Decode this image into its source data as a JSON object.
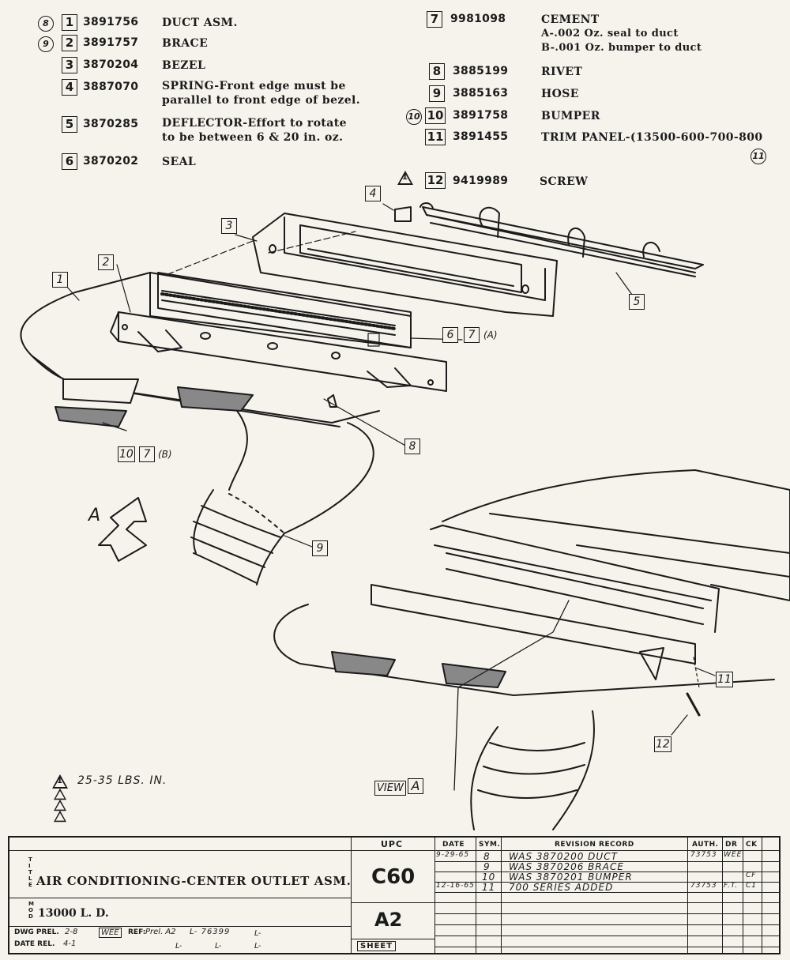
{
  "parts": [
    {
      "sym": "8",
      "item": "1",
      "number": "3891756",
      "name": "DUCT ASM."
    },
    {
      "sym": "9",
      "item": "2",
      "number": "3891757",
      "name": "BRACE"
    },
    {
      "sym": "",
      "item": "3",
      "number": "3870204",
      "name": "BEZEL"
    },
    {
      "sym": "",
      "item": "4",
      "number": "3887070",
      "name": "SPRING-Front edge must be",
      "name2": "parallel to front edge of bezel."
    },
    {
      "sym": "",
      "item": "5",
      "number": "3870285",
      "name": "DEFLECTOR-Effort to rotate",
      "name2": "to be between 6 & 20 in. oz."
    },
    {
      "sym": "",
      "item": "6",
      "number": "3870202",
      "name": "SEAL"
    },
    {
      "sym": "",
      "item": "7",
      "number": "9981098",
      "name": "CEMENT",
      "name2": "A-.002 Oz. seal to duct",
      "name3": "B-.001 Oz. bumper to duct"
    },
    {
      "sym": "",
      "item": "8",
      "number": "3885199",
      "name": "RIVET"
    },
    {
      "sym": "",
      "item": "9",
      "number": "3885163",
      "name": "HOSE"
    },
    {
      "sym": "10",
      "item": "10",
      "number": "3891758",
      "name": "BUMPER"
    },
    {
      "sym": "",
      "item": "11",
      "number": "3891455",
      "name": "TRIM PANEL-(13500-600-700-800",
      "sym_after": "11"
    },
    {
      "sym": "1",
      "item": "12",
      "number": "9419989",
      "name": "SCREW"
    }
  ],
  "callouts": {
    "c1": "1",
    "c2": "2",
    "c3": "3",
    "c4": "4",
    "c5": "5",
    "c6": "6",
    "c7a": "7",
    "c7a_suffix": "(A)",
    "c8": "8",
    "c9": "9",
    "c10": "10",
    "c7b": "7",
    "c7b_suffix": "(B)",
    "c11": "11",
    "c12": "12",
    "arrow_label": "A",
    "view_label": "VIEW",
    "view_box": "A"
  },
  "torque_note": {
    "sym": "1",
    "text": "25-35 LBS. IN."
  },
  "title_block": {
    "title_tag": "TITLE",
    "title": "AIR CONDITIONING-CENTER OUTLET ASM.",
    "model_tag": "MOD",
    "model": "13000 L. D.",
    "upc_label": "UPC",
    "upc": "C60",
    "sheet_code": "A2",
    "sheet_label": "SHEET",
    "dwg_label": "DWG PREL.",
    "dwg_value": "2-8",
    "date_label": "DATE REL.",
    "date_value": "4-1",
    "initials": "WEE",
    "ref_label": "REF:",
    "ref_value": "Prel. A2",
    "l_number": "L- 76399",
    "l_blank": "L-",
    "headers": {
      "date": "DATE",
      "sym": "SYM.",
      "record": "REVISION RECORD",
      "auth": "AUTH.",
      "dr": "DR",
      "ck": "CK"
    },
    "revisions": [
      {
        "date": "9-29-65",
        "sym": "8",
        "record": "WAS 3870200 DUCT",
        "auth": "73753",
        "dr": "WEE",
        "ck": ""
      },
      {
        "date": "",
        "sym": "9",
        "record": "WAS 3870206 BRACE",
        "auth": "",
        "dr": "",
        "ck": ""
      },
      {
        "date": "",
        "sym": "10",
        "record": "WAS 3870201 BUMPER",
        "auth": "",
        "dr": "",
        "ck": "CF"
      },
      {
        "date": "12-16-65",
        "sym": "11",
        "record": "700 SERIES ADDED",
        "auth": "73753",
        "dr": "F.T.",
        "ck": "C1"
      }
    ]
  }
}
